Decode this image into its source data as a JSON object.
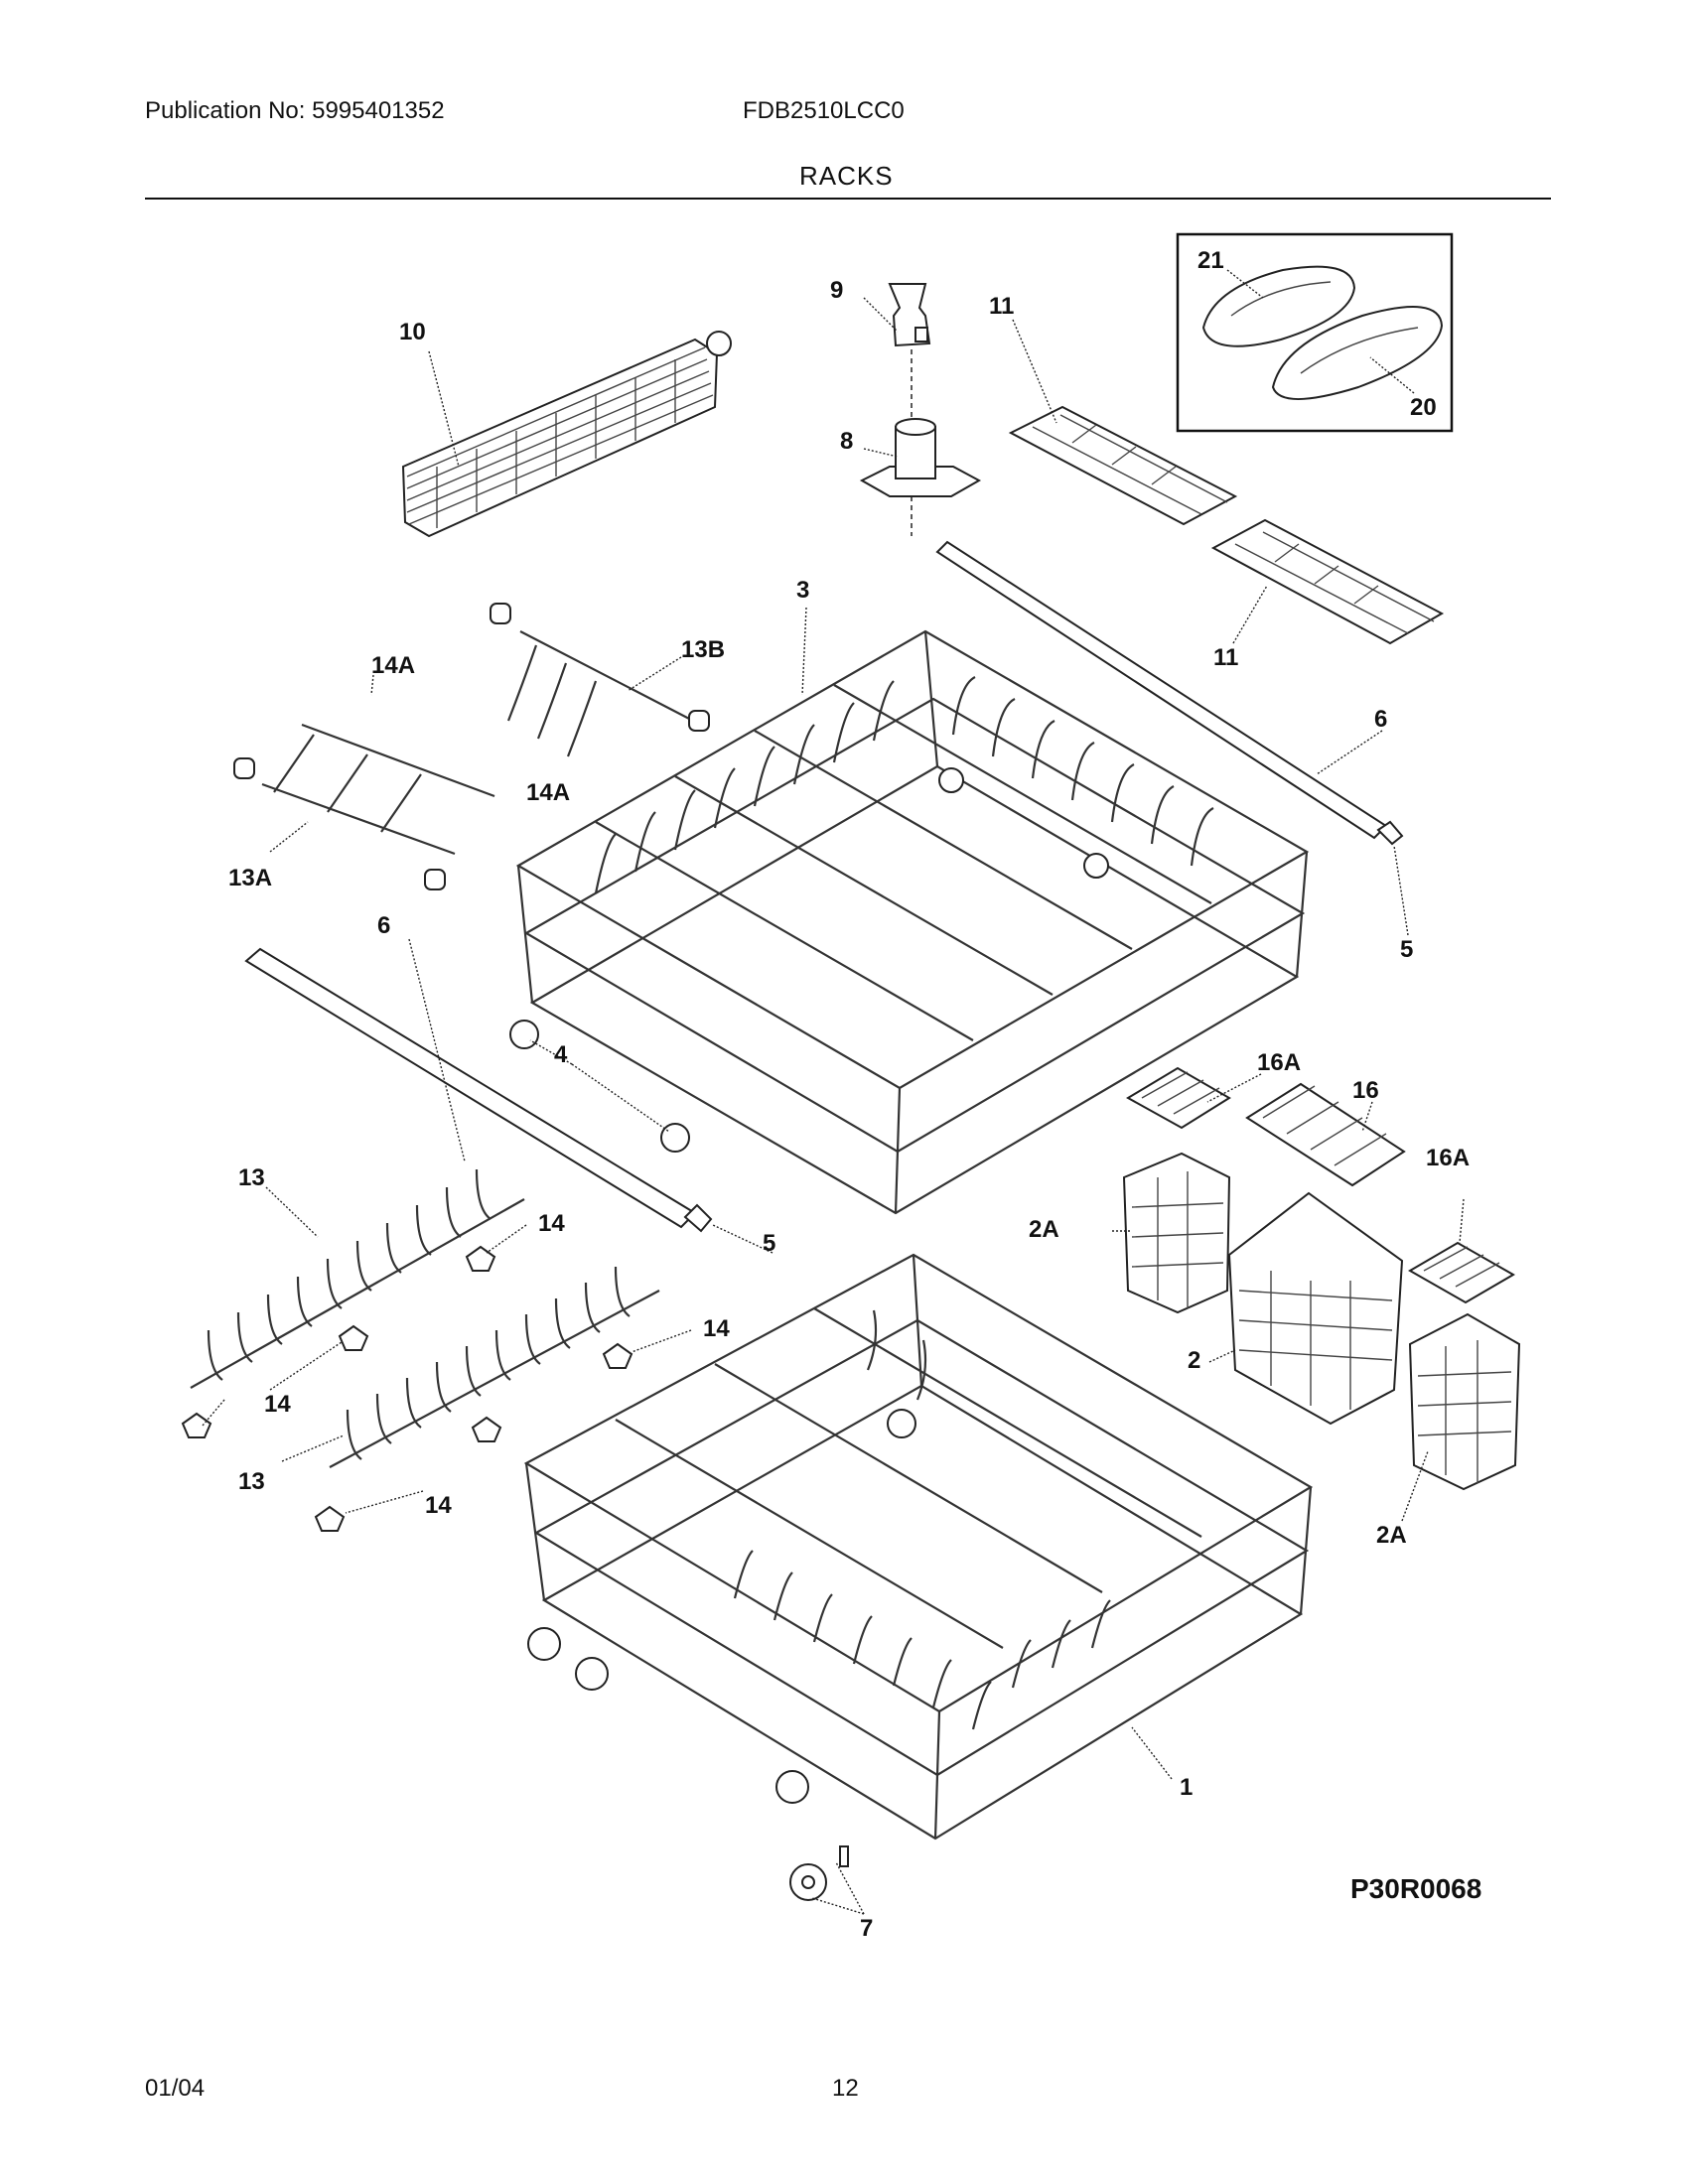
{
  "header": {
    "publication": "Publication No: 5995401352",
    "model": "FDB2510LCC0",
    "section": "RACKS"
  },
  "footer": {
    "date": "01/04",
    "page": "12"
  },
  "diagram": {
    "code": "P30R0068",
    "callouts": {
      "c1": "1",
      "c2": "2",
      "c2a_top": "2A",
      "c2a_bottom": "2A",
      "c3": "3",
      "c4": "4",
      "c5_right": "5",
      "c5_left": "5",
      "c6_right": "6",
      "c6_left": "6",
      "c7": "7",
      "c8": "8",
      "c9": "9",
      "c10": "10",
      "c11_top": "11",
      "c11_bottom": "11",
      "c13_top": "13",
      "c13_bottom": "13",
      "c13a": "13A",
      "c13b": "13B",
      "c14_a": "14",
      "c14_b": "14",
      "c14_c": "14",
      "c14_d": "14",
      "c14a_top": "14A",
      "c14a_mid": "14A",
      "c16": "16",
      "c16a_left": "16A",
      "c16a_right": "16A",
      "c20": "20",
      "c21": "21"
    }
  }
}
